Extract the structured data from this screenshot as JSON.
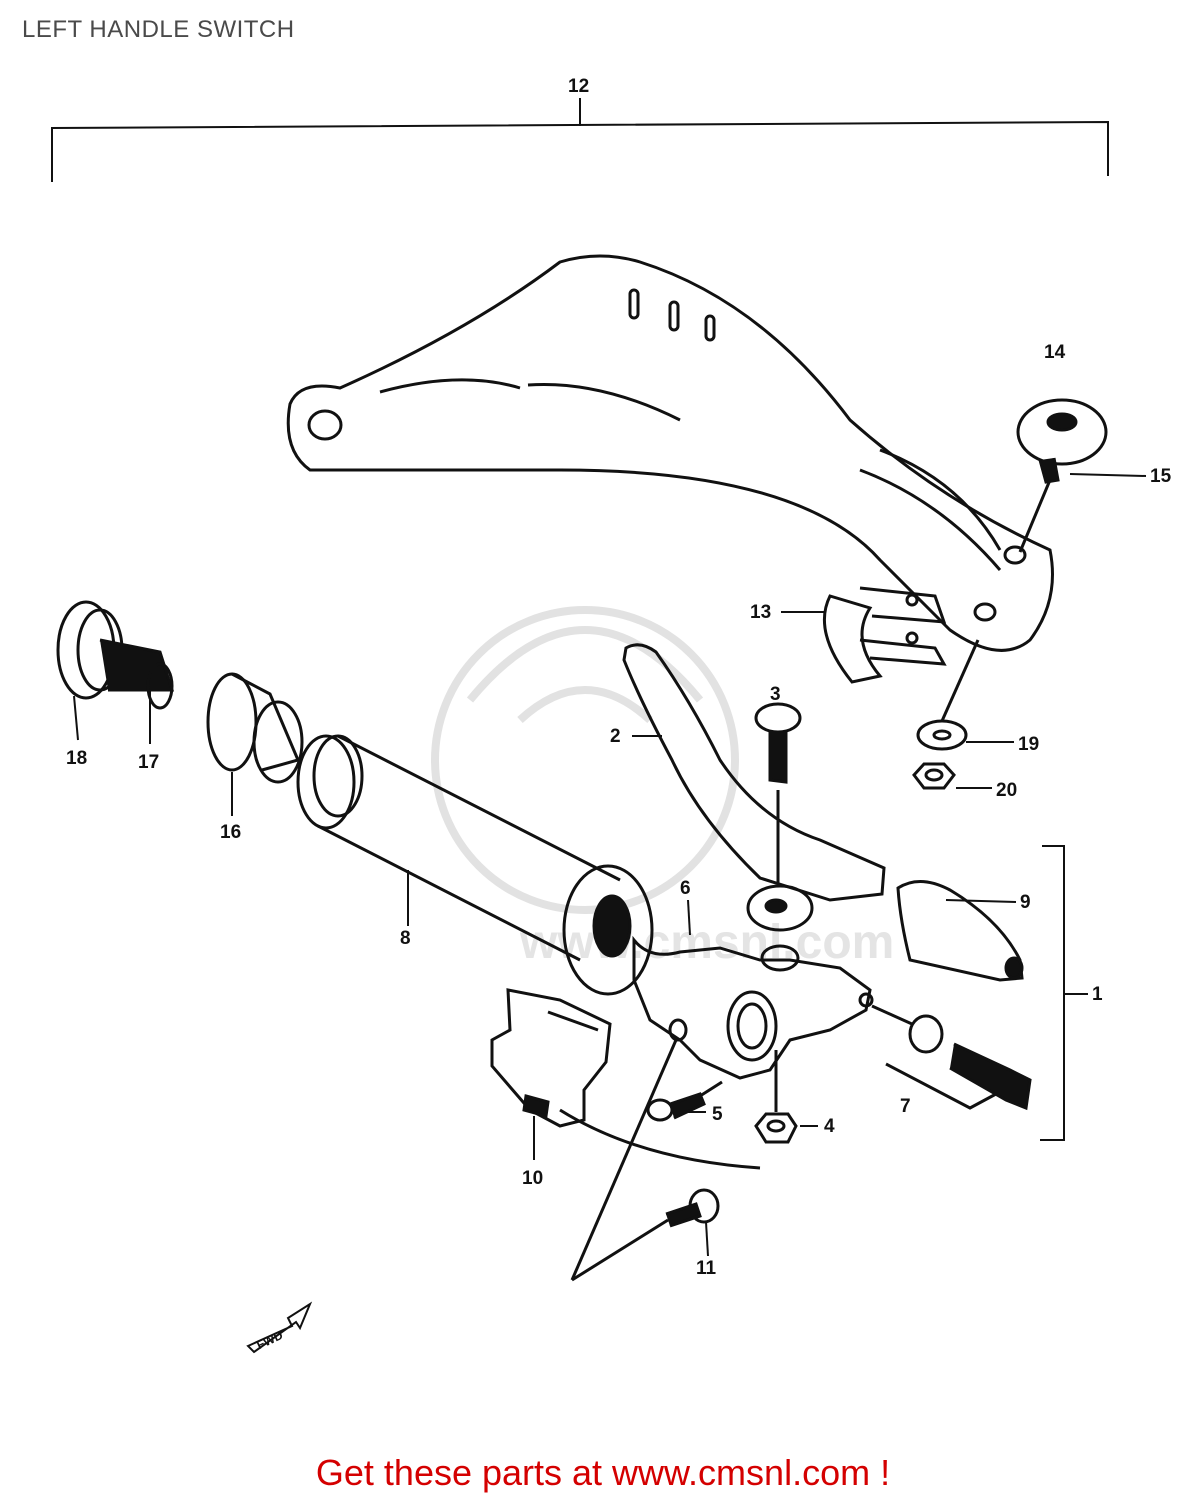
{
  "title": "LEFT HANDLE SWITCH",
  "footer": "Get these parts at www.cmsnl.com !",
  "watermark_text": "www.cmsnl.com",
  "callouts": {
    "p1": "1",
    "p2": "2",
    "p3": "3",
    "p4": "4",
    "p5": "5",
    "p6": "6",
    "p7": "7",
    "p8": "8",
    "p9": "9",
    "p10": "10",
    "p11": "11",
    "p12": "12",
    "p13": "13",
    "p14": "14",
    "p15": "15",
    "p16": "16",
    "p17": "17",
    "p18": "18",
    "p19": "19",
    "p20": "20"
  },
  "fwd_label": "FWD",
  "colors": {
    "line": "#111111",
    "footer": "#d40000",
    "watermark": "#dddddd"
  }
}
